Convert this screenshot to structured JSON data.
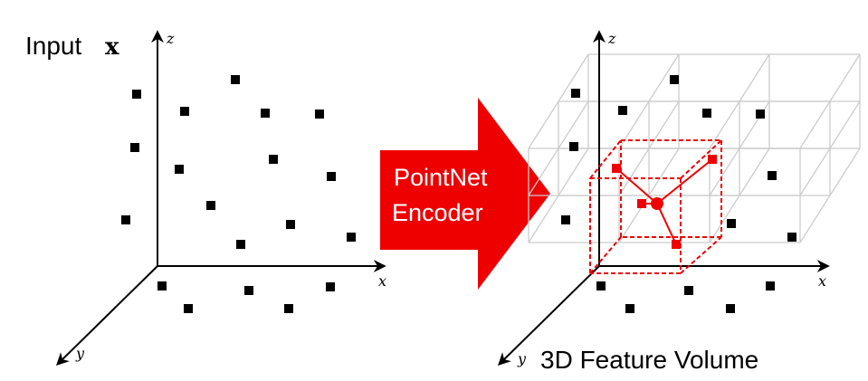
{
  "left_panel": {
    "title_text": "Input",
    "title_symbol": "x",
    "axis_labels": {
      "x": "x",
      "y": "y",
      "z": "z"
    }
  },
  "arrow": {
    "line1": "PointNet",
    "line2": "Encoder",
    "color": "#ee0000"
  },
  "right_panel": {
    "caption": "3D Feature Volume",
    "axis_labels": {
      "x": "x",
      "y": "y",
      "z": "z"
    },
    "highlight_color": "#ee0000",
    "grid_color": "#cccccc"
  }
}
